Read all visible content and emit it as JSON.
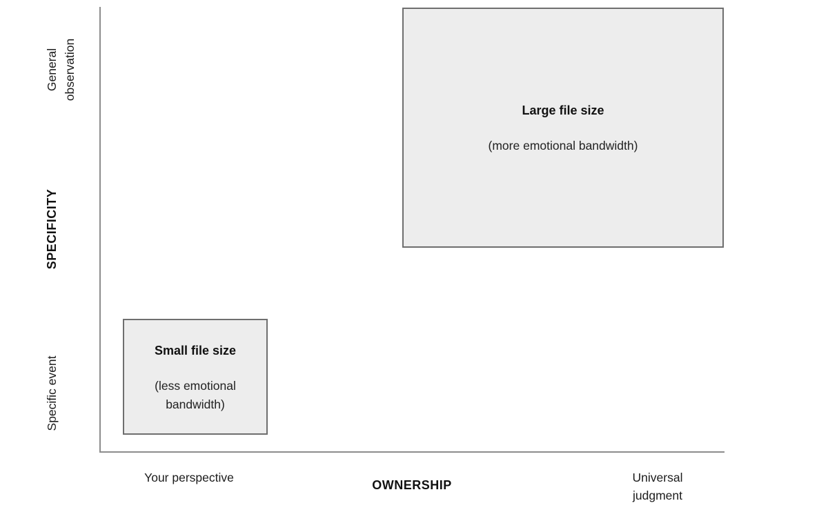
{
  "diagram": {
    "colors": {
      "background": "#ffffff",
      "box_fill": "#ededed",
      "box_border": "#6e6e6e",
      "axis_line": "#8c8c8c",
      "text": "#1c1c1c"
    },
    "y_axis": {
      "top_label": "General\nobservation",
      "title": "SPECIFICITY",
      "bottom_label": "Specific event"
    },
    "x_axis": {
      "left_label": "Your perspective",
      "title": "OWNERSHIP",
      "right_label": "Universal\njudgment"
    },
    "boxes": {
      "large": {
        "title": "Large file size",
        "subtitle": "(more emotional bandwidth)"
      },
      "small": {
        "title": "Small file size",
        "subtitle": "(less emotional bandwidth)"
      }
    }
  }
}
